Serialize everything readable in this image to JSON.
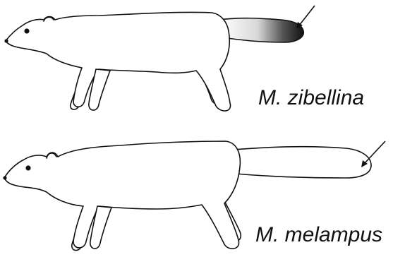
{
  "species": [
    {
      "name": "M. zibellina",
      "tail": "dark-tipped",
      "tip_color": "#111111"
    },
    {
      "name": "M. melampus",
      "tail": "plain",
      "tip_color": "#ffffff"
    }
  ],
  "colors": {
    "outline": "#111111",
    "background": "#ffffff"
  },
  "icons": [
    "arrow-icon",
    "animal-silhouette"
  ]
}
